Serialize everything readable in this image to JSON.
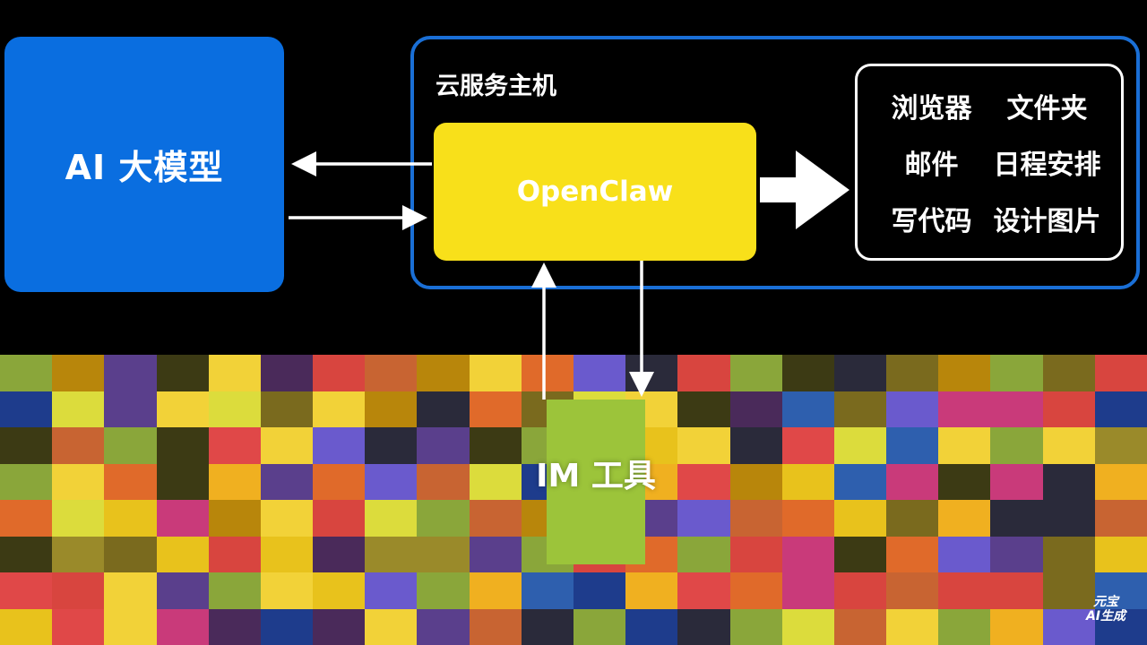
{
  "ai_model": {
    "label": "AI 大模型"
  },
  "cloud_host": {
    "label": "云服务主机",
    "openclaw": {
      "label": "OpenClaw"
    },
    "capabilities": [
      "浏览器",
      "文件夹",
      "邮件",
      "日程安排",
      "写代码",
      "设计图片"
    ]
  },
  "im_tool": {
    "label": "IM 工具"
  },
  "watermark": {
    "line1": "元宝",
    "line2": "AI生成"
  },
  "colors": {
    "background": "#000000",
    "ai_box": "#0a6ee0",
    "host_border": "#1a6fd6",
    "openclaw_box": "#f8e01a",
    "im_box": "#9cc43a",
    "arrow": "#ffffff"
  }
}
